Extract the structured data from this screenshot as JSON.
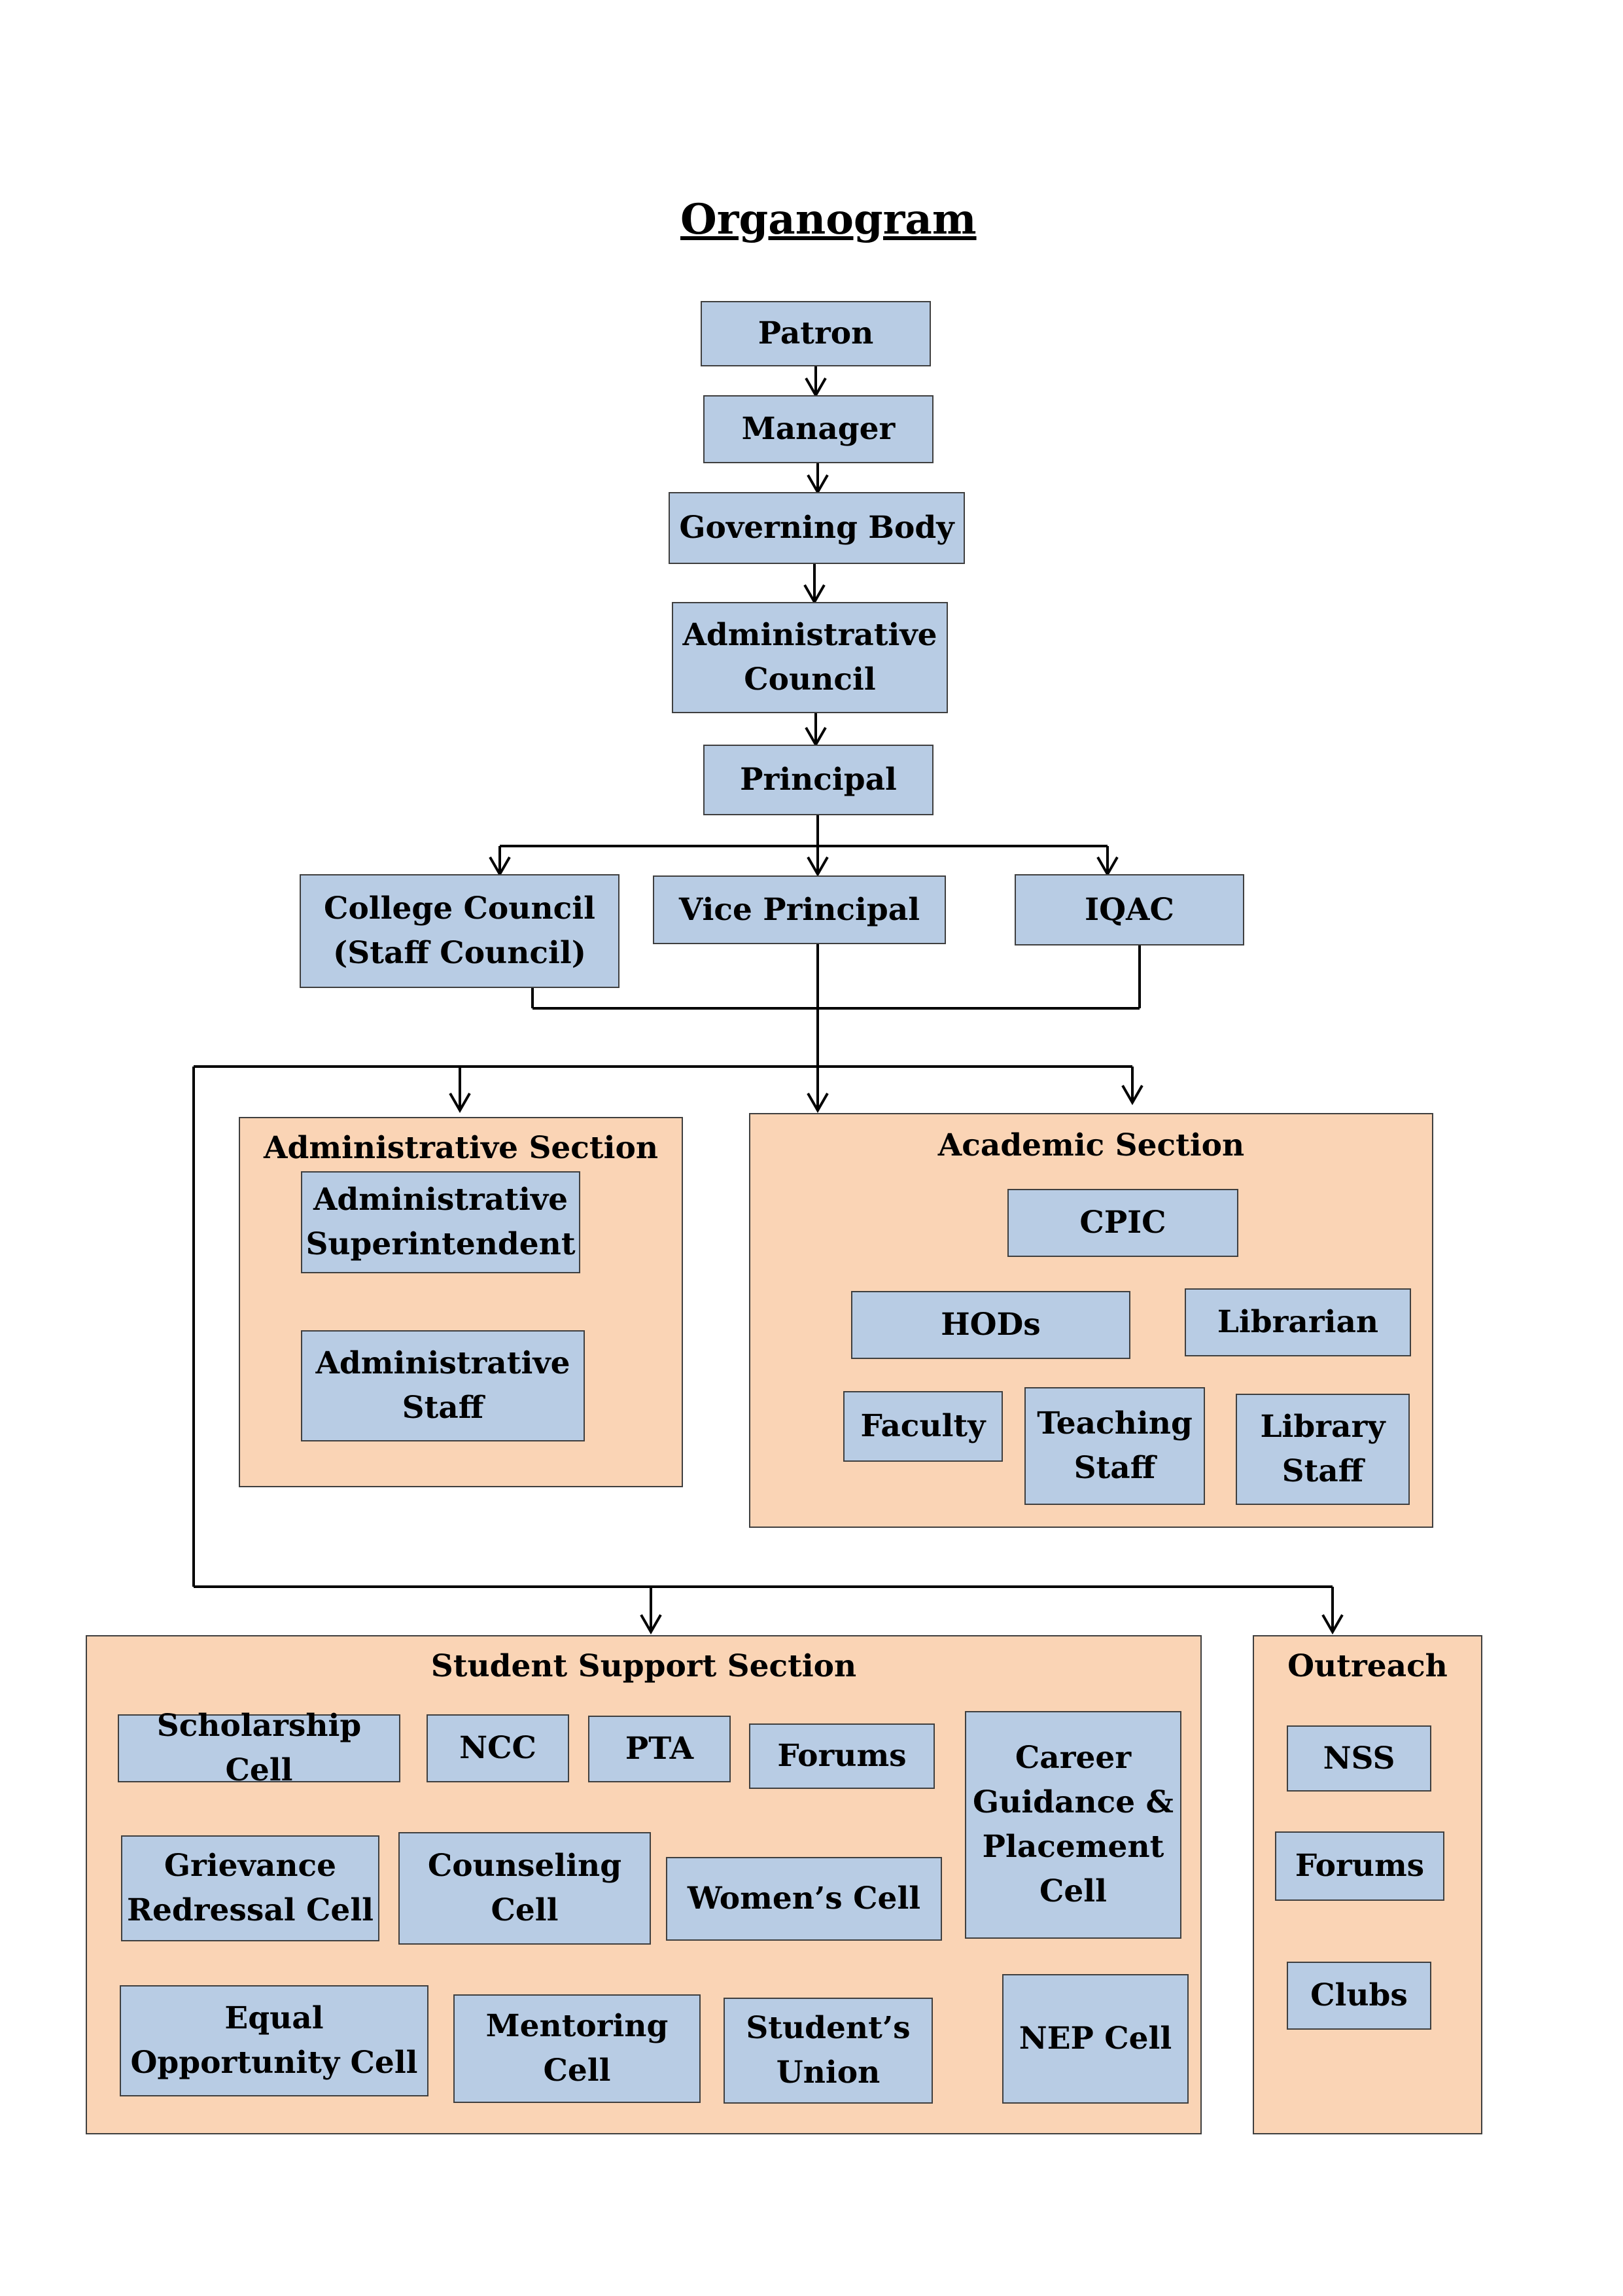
{
  "title": "Organogram",
  "nodes": {
    "patron": "Patron",
    "manager": "Manager",
    "governing_body": "Governing Body",
    "admin_council": [
      "Administrative",
      "Council"
    ],
    "principal": "Principal",
    "college_council": [
      "College Council",
      "(Staff Council)"
    ],
    "vice_principal": "Vice Principal",
    "iqac": "IQAC"
  },
  "administrative_section": {
    "label": "Administrative Section",
    "superintendent": [
      "Administrative",
      "Superintendent"
    ],
    "staff": [
      "Administrative",
      "Staff"
    ]
  },
  "academic_section": {
    "label": "Academic Section",
    "cpic": "CPIC",
    "hods": "HODs",
    "librarian": "Librarian",
    "faculty": "Faculty",
    "teaching_staff": [
      "Teaching",
      "Staff"
    ],
    "library_staff": [
      "Library",
      "Staff"
    ]
  },
  "student_support_section": {
    "label": "Student Support Section",
    "scholarship": "Scholarship Cell",
    "ncc": "NCC",
    "pta": "PTA",
    "forums": "Forums",
    "career": [
      "Career",
      "Guidance &",
      "Placement",
      "Cell"
    ],
    "grievance": [
      "Grievance",
      "Redressal Cell"
    ],
    "counseling": [
      "Counseling",
      "Cell"
    ],
    "womens": "Women’s Cell",
    "equal": [
      "Equal",
      "Opportunity Cell"
    ],
    "mentoring": [
      "Mentoring",
      "Cell"
    ],
    "union": [
      "Student’s",
      "Union"
    ],
    "nep": "NEP Cell"
  },
  "outreach": {
    "label": "Outreach",
    "nss": "NSS",
    "forums": "Forums",
    "clubs": "Clubs"
  },
  "colors": {
    "box_fill": "#b8cce4",
    "section_fill": "#fad4b5",
    "border": "#3f3f3f",
    "line": "#000000"
  }
}
